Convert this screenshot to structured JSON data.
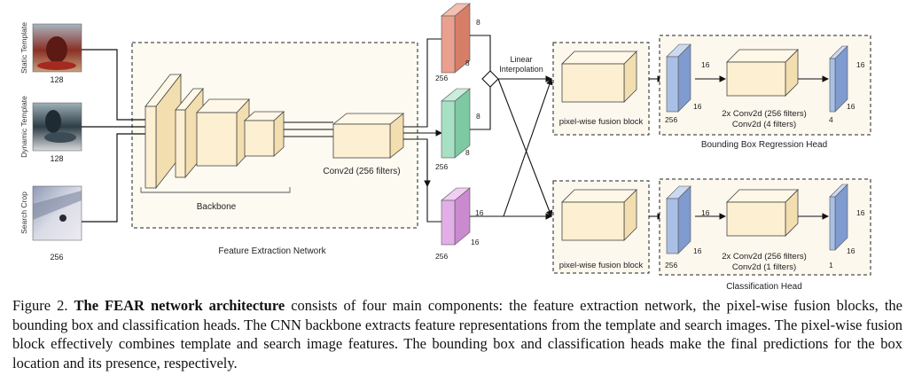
{
  "inputs": [
    {
      "name": "Static Template",
      "size": "128",
      "colors": [
        "#8a1f16",
        "#5a6a78",
        "#c9a98a"
      ]
    },
    {
      "name": "Dynamic Template",
      "size": "128",
      "colors": [
        "#2b3b45",
        "#7a8f99",
        "#c2c8cc"
      ]
    },
    {
      "name": "Search Crop",
      "size": "256",
      "colors": [
        "#d8dbe6",
        "#9aa6bf",
        "#e8e4ee"
      ]
    }
  ],
  "labels": {
    "backbone": "Backbone",
    "conv2d": "Conv2d (256 filters)",
    "feature_extraction": "Feature Extraction Network",
    "linear_interp_1": "Linear",
    "linear_interp_2": "Interpolation",
    "fusion_block": "pixel-wise fusion block",
    "bbox_head": "Bounding Box Regression Head",
    "cls_head": "Classification Head",
    "bbox_conv1": "2x Conv2d (256 filters)",
    "bbox_conv2": "Conv2d (4 filters)",
    "cls_conv1": "2x Conv2d (256 filters)",
    "cls_conv2": "Conv2d (1 filters)"
  },
  "dims": {
    "red_top": "8",
    "red_right": "8",
    "red_bottom": "256",
    "green_top": "8",
    "green_right": "8",
    "green_bottom": "256",
    "purple_right": "16",
    "purple_mid": "16",
    "purple_bottom": "256",
    "bb_in_a": "16",
    "bb_in_b": "16",
    "bb_in_c": "256",
    "bb_out_a": "16",
    "bb_out_b": "16",
    "bb_out_c": "4",
    "cl_in_a": "16",
    "cl_in_b": "16",
    "cl_in_c": "256",
    "cl_out_a": "16",
    "cl_out_b": "16",
    "cl_out_c": "1"
  },
  "colors": {
    "cream_front": "#fdf0d2",
    "cream_top": "#fff8e8",
    "cream_side": "#f3deb0",
    "red_front": "#e9a08e",
    "red_side": "#d77e68",
    "green_front": "#a8e0c4",
    "green_side": "#7cc9a3",
    "purple_front": "#e2aee8",
    "purple_side": "#c98ad0",
    "blue_front": "#a9c0e6",
    "blue_side": "#7f9bd0",
    "fusion_bg": "#fcf8ee",
    "feature_bg": "#fdfaf1"
  },
  "caption": {
    "prefix": "Figure 2. ",
    "bold": "The FEAR network architecture",
    "text": " consists of four main components: the feature extraction network, the pixel-wise fusion blocks, the bounding box and classification heads. The CNN backbone extracts feature representations from the template and search images. The pixel-wise fusion block effectively combines template and search image features. The bounding box and classification heads make the final predictions for the box location and its presence, respectively."
  }
}
